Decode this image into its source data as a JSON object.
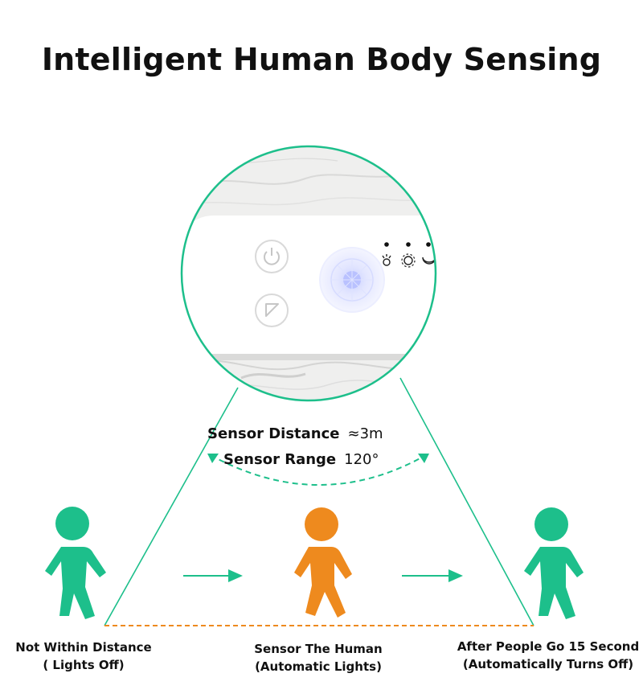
{
  "title": "Intelligent Human Body Sensing",
  "sensor": {
    "distance_label": "Sensor Distance",
    "distance_value": "≈3m",
    "range_label": "Sensor Range",
    "range_value": "120°"
  },
  "states": [
    {
      "line1": "Not Within Distance",
      "line2": "( Lights Off)",
      "color": "#1dbf8b"
    },
    {
      "line1": "Sensor The Human",
      "line2": "(Automatic Lights)",
      "color": "#ee8a1e"
    },
    {
      "line1": "After People Go 15 Second",
      "line2": "(Automatically Turns Off)",
      "color": "#1dbf8b"
    }
  ],
  "colors": {
    "accent_green": "#1dbf8b",
    "accent_orange": "#ee8a1e"
  },
  "device_icons": [
    "power-icon",
    "mode-icon",
    "sun-icon",
    "brightness-icon",
    "moon-icon"
  ]
}
